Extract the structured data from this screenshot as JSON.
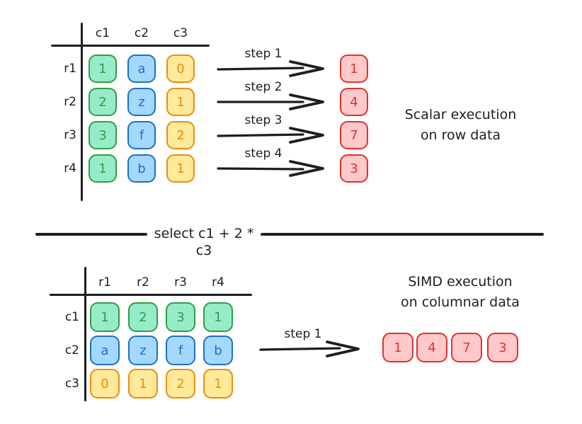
{
  "top": {
    "columns": [
      "c1",
      "c2",
      "c3"
    ],
    "rows": [
      "r1",
      "r2",
      "r3",
      "r4"
    ],
    "cells": [
      [
        "1",
        "a",
        "0"
      ],
      [
        "2",
        "z",
        "1"
      ],
      [
        "3",
        "f",
        "2"
      ],
      [
        "1",
        "b",
        "1"
      ]
    ],
    "steps": [
      "step 1",
      "step 2",
      "step 3",
      "step 4"
    ],
    "results": [
      "1",
      "4",
      "7",
      "3"
    ],
    "caption": [
      "Scalar execution",
      "on row data"
    ]
  },
  "divider": {
    "label": "select c1 + 2 * c3"
  },
  "bottom": {
    "columns": [
      "r1",
      "r2",
      "r3",
      "r4"
    ],
    "rows": [
      "c1",
      "c2",
      "c3"
    ],
    "cells": [
      [
        "1",
        "2",
        "3",
        "1"
      ],
      [
        "a",
        "z",
        "f",
        "b"
      ],
      [
        "0",
        "1",
        "2",
        "1"
      ]
    ],
    "step": "step 1",
    "results": [
      "1",
      "4",
      "7",
      "3"
    ],
    "caption": [
      "SIMD execution",
      "on columnar data"
    ]
  },
  "colors": {
    "ink": "#1e1e1e",
    "green_fill": "#96ecc8",
    "green_stroke": "#2f9e44",
    "blue_fill": "#a5d8ff",
    "blue_stroke": "#1971c2",
    "yellow_fill": "#ffe99b",
    "yellow_stroke": "#f08c00",
    "red_fill": "#ffc9c9",
    "red_stroke": "#e03131"
  }
}
